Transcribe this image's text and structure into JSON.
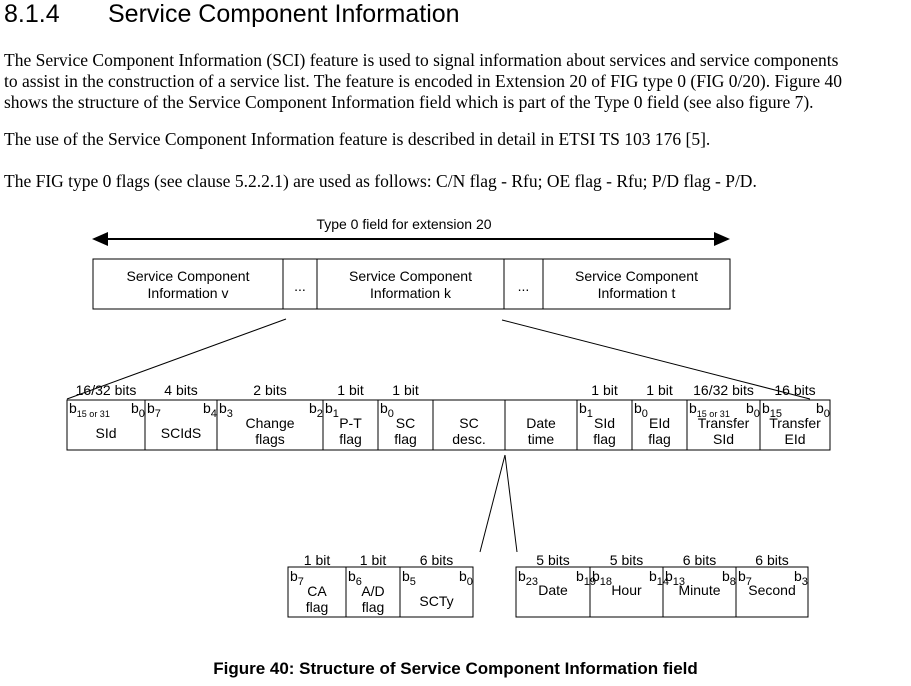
{
  "section": {
    "number": "8.1.4",
    "title": "Service Component Information"
  },
  "paragraphs": [
    [
      "The Service Component Information (SCI) feature is used to signal information about services and service components",
      "to assist in the construction of a service list. The feature is encoded in Extension 20 of FIG type 0 (FIG 0/20). Figure 40",
      "shows the structure of the Service Component Information field which is part of the Type 0 field (see also figure 7)."
    ],
    [
      "The use of the Service Component Information feature is described in detail in ETSI TS 103 176 [5]."
    ],
    [
      "The FIG type 0 flags (see clause 5.2.2.1) are used as follows: C/N flag - Rfu; OE flag - Rfu; P/D flag - P/D."
    ]
  ],
  "figure": {
    "top_label": "Type 0 field for extension 20",
    "top_boxes": [
      [
        "Service Component",
        "Information v"
      ],
      [
        "..."
      ],
      [
        "Service Component",
        "Information k"
      ],
      [
        "..."
      ],
      [
        "Service Component",
        "Information t"
      ]
    ],
    "fields": [
      {
        "size": "16/32 bits",
        "bits": [
          {
            "t": "b",
            "sub": "15 or 31"
          },
          {
            "t": "b",
            "sub": "0"
          }
        ],
        "name": [
          "SId"
        ]
      },
      {
        "size": "4 bits",
        "bits": [
          {
            "t": "b",
            "sub": "7"
          },
          {
            "t": "b",
            "sub": "4"
          }
        ],
        "name": [
          "SCIdS"
        ]
      },
      {
        "size": "2 bits",
        "bits": [
          {
            "t": "b",
            "sub": "3"
          },
          {
            "t": "b",
            "sub": "2"
          }
        ],
        "name": [
          "Change",
          "flags"
        ]
      },
      {
        "size": "1 bit",
        "bits": [
          {
            "t": "b",
            "sub": "1"
          }
        ],
        "name": [
          "P-T",
          "flag"
        ]
      },
      {
        "size": "1 bit",
        "bits": [
          {
            "t": "b",
            "sub": "0"
          }
        ],
        "name": [
          "SC",
          "flag"
        ]
      },
      {
        "size": "",
        "bits": [],
        "name": [
          "SC",
          "desc."
        ]
      },
      {
        "size": "",
        "bits": [],
        "name": [
          "Date",
          "time"
        ]
      },
      {
        "size": "1 bit",
        "bits": [
          {
            "t": "b",
            "sub": "1"
          }
        ],
        "name": [
          "SId",
          "flag"
        ]
      },
      {
        "size": "1 bit",
        "bits": [
          {
            "t": "b",
            "sub": "0"
          }
        ],
        "name": [
          "EId",
          "flag"
        ]
      },
      {
        "size": "16/32 bits",
        "bits": [
          {
            "t": "b",
            "sub": "15 or 31"
          },
          {
            "t": "b",
            "sub": "0"
          }
        ],
        "name": [
          "Transfer",
          "SId"
        ]
      },
      {
        "size": "16 bits",
        "bits": [
          {
            "t": "b",
            "sub": "15"
          },
          {
            "t": "b",
            "sub": "0"
          }
        ],
        "name": [
          "Transfer",
          "EId"
        ]
      }
    ],
    "sc_desc_fields": [
      {
        "size": "1 bit",
        "bits": [
          {
            "t": "b",
            "sub": "7"
          }
        ],
        "name": [
          "CA",
          "flag"
        ]
      },
      {
        "size": "1 bit",
        "bits": [
          {
            "t": "b",
            "sub": "6"
          }
        ],
        "name": [
          "A/D",
          "flag"
        ]
      },
      {
        "size": "6 bits",
        "bits": [
          {
            "t": "b",
            "sub": "5"
          },
          {
            "t": "b",
            "sub": "0"
          }
        ],
        "name": [
          "SCTy"
        ]
      }
    ],
    "datetime_fields": [
      {
        "size": "5 bits",
        "bits": [
          {
            "t": "b",
            "sub": "23"
          },
          {
            "t": "b",
            "sub": "19"
          }
        ],
        "name": [
          "Date"
        ]
      },
      {
        "size": "5 bits",
        "bits": [
          {
            "t": "b",
            "sub": "18"
          },
          {
            "t": "b",
            "sub": "14"
          }
        ],
        "name": [
          "Hour"
        ]
      },
      {
        "size": "6 bits",
        "bits": [
          {
            "t": "b",
            "sub": "13"
          },
          {
            "t": "b",
            "sub": "8"
          }
        ],
        "name": [
          "Minute"
        ]
      },
      {
        "size": "6 bits",
        "bits": [
          {
            "t": "b",
            "sub": "7"
          },
          {
            "t": "b",
            "sub": "3"
          }
        ],
        "name": [
          "Second"
        ]
      }
    ],
    "caption": "Figure 40: Structure of Service Component Information field"
  }
}
